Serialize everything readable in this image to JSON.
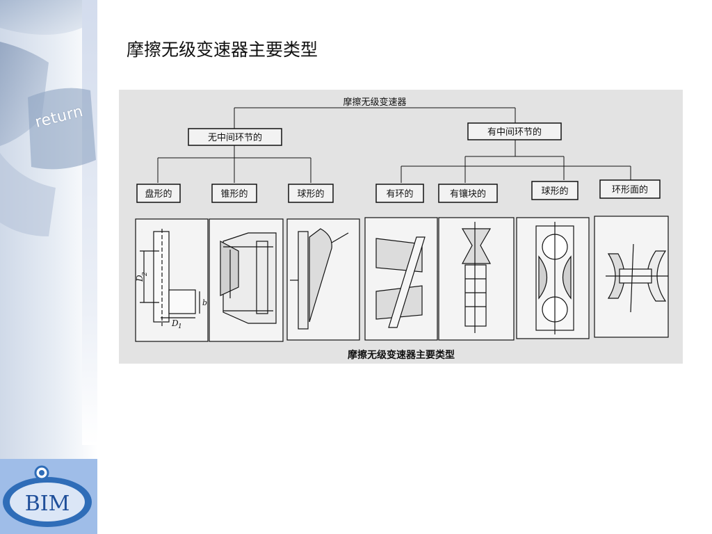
{
  "slide": {
    "title": "摩擦无级变速器主要类型",
    "sidebar_key_label": "return",
    "logo_text": "BIM"
  },
  "diagram": {
    "root": "摩擦无级变速器",
    "caption": "摩擦无级变速器主要类型",
    "left_branch": {
      "label": "无中间环节的",
      "children": [
        "盘形的",
        "锥形的",
        "球形的"
      ]
    },
    "right_branch": {
      "label": "有中间环节的",
      "children": [
        "有环的",
        "有镶块的",
        "球形的",
        "环形面的"
      ]
    },
    "dimension_labels": {
      "d2": "D",
      "d2_sub": "2",
      "d1": "D",
      "d1_sub": "1",
      "b": "b"
    }
  },
  "colors": {
    "diagram_bg": "#e3e3e3",
    "ink": "#111111",
    "sidebar_blue": "#cfd9e8",
    "logo_blue": "#2f6db8"
  }
}
